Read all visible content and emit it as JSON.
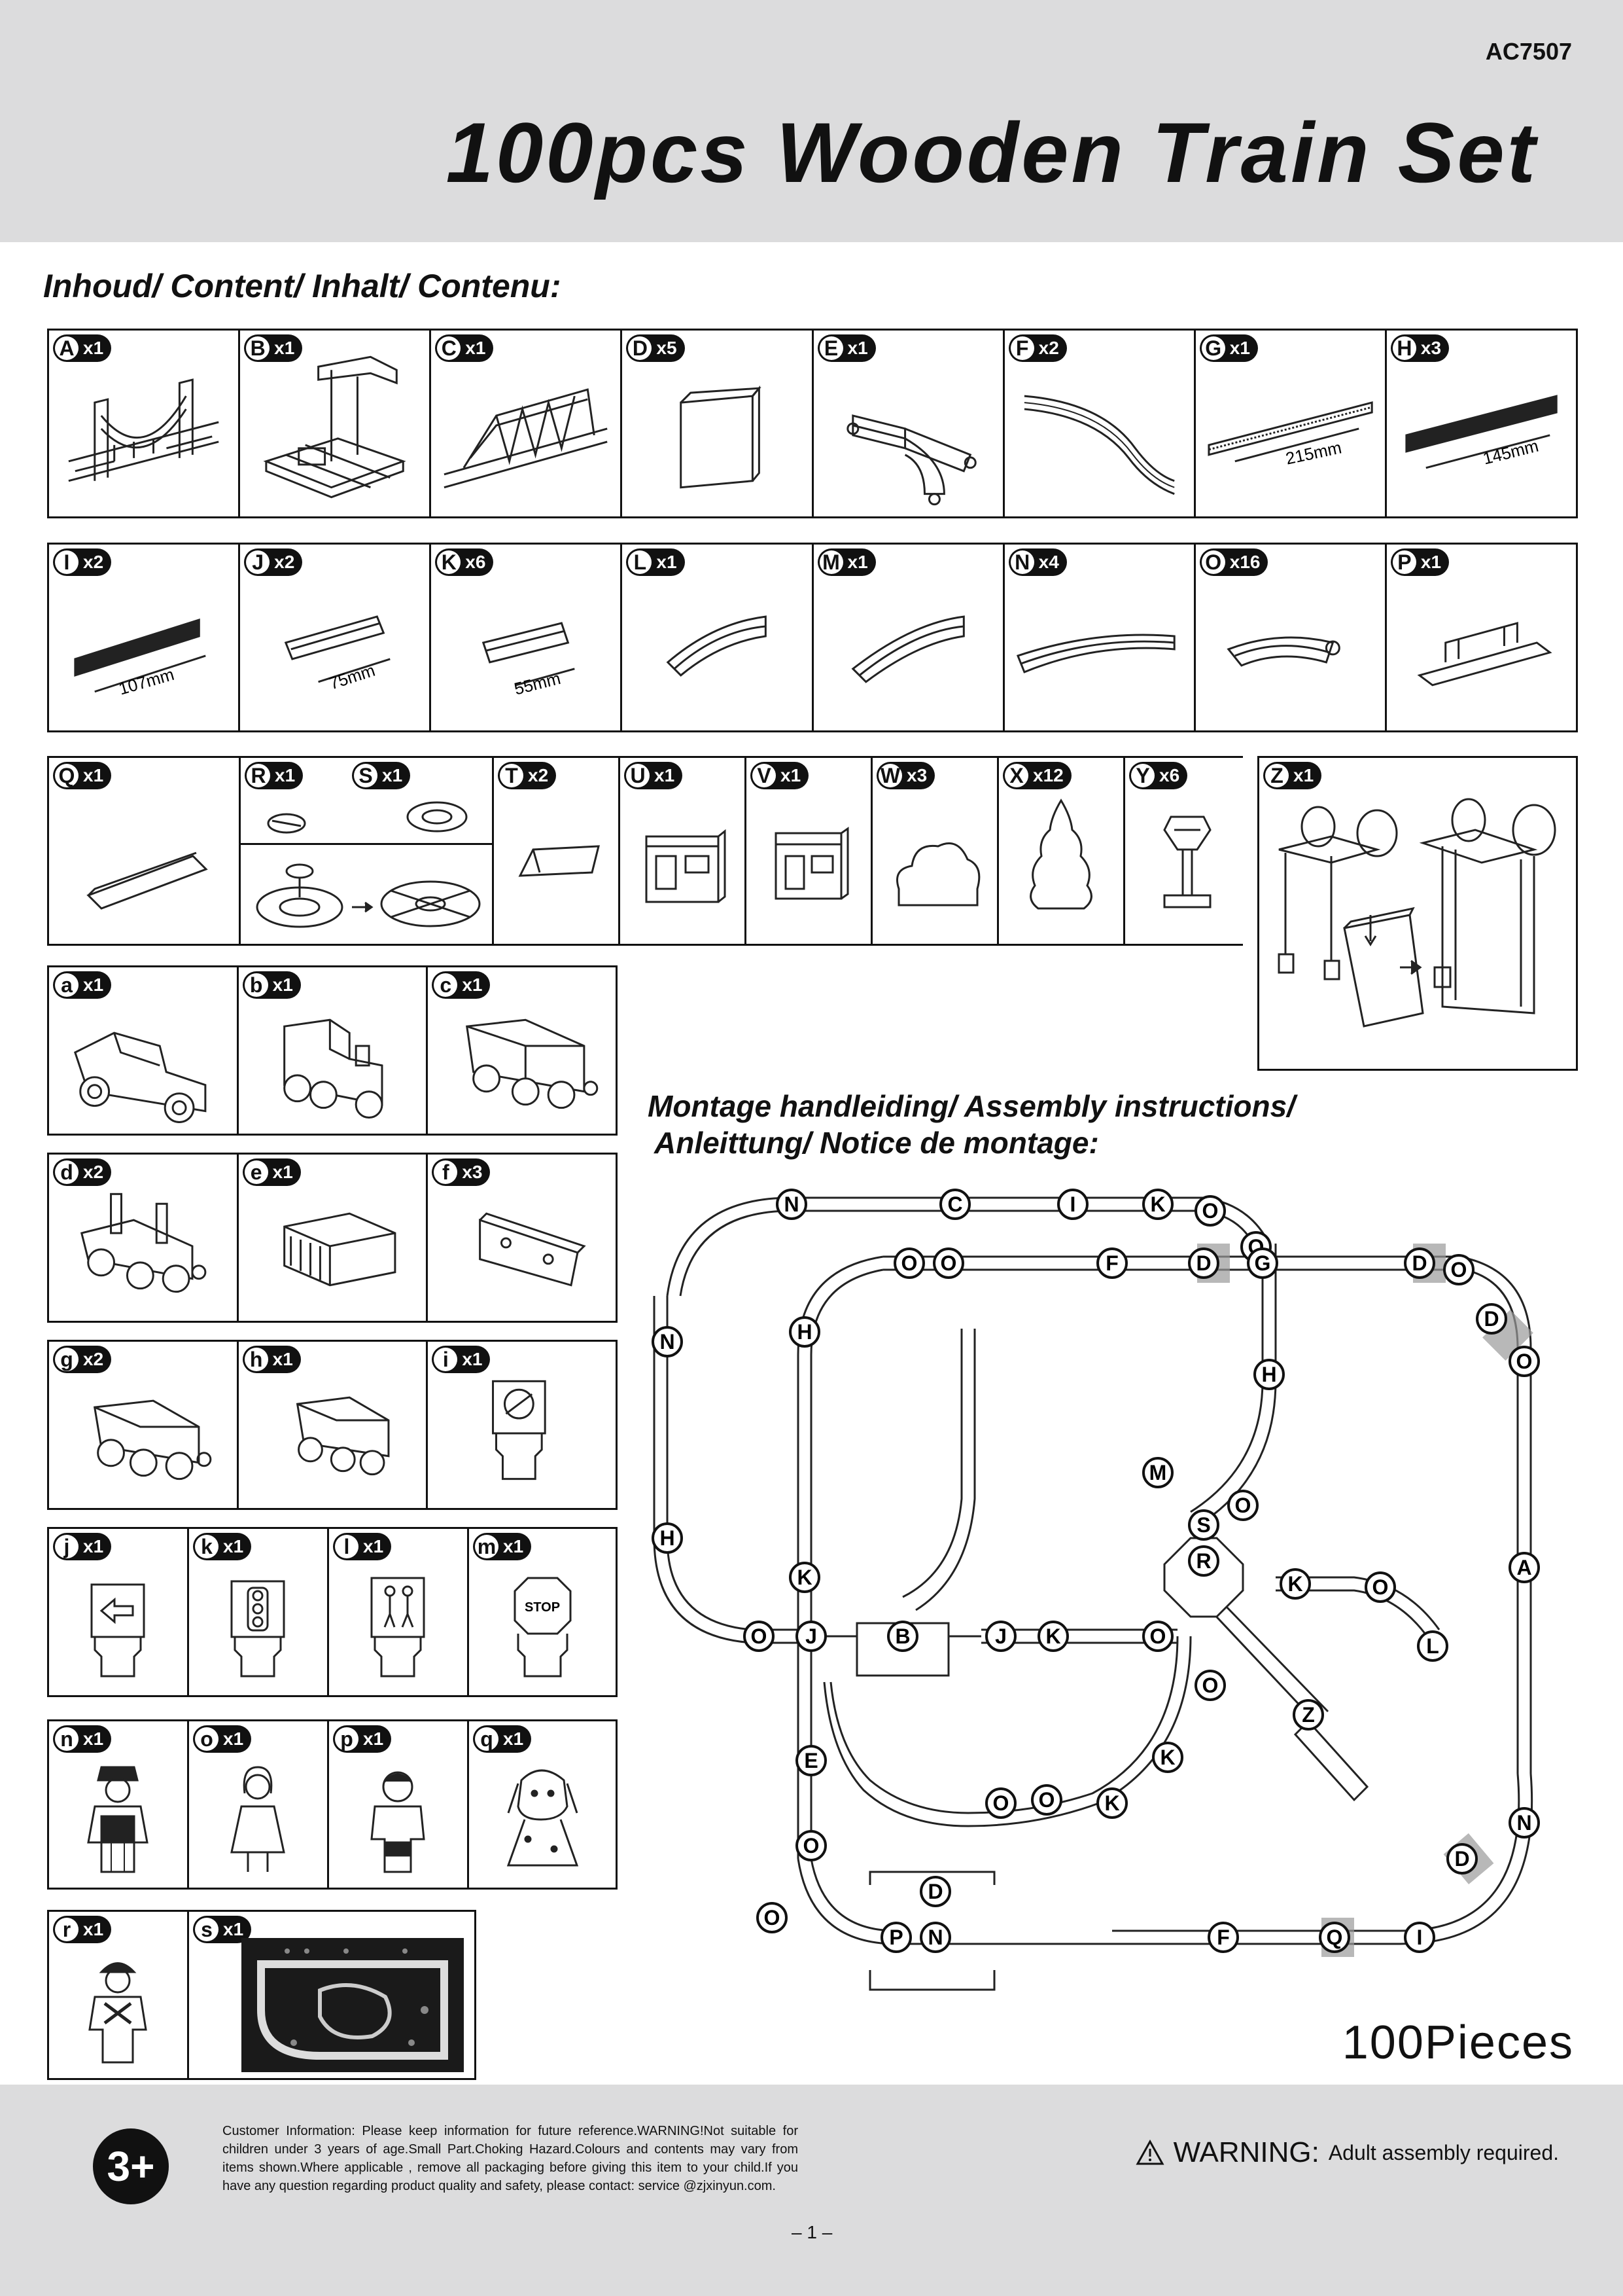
{
  "header": {
    "code": "AC7507",
    "title": "100pcs Wooden Train Set"
  },
  "content_heading": "Inhoud/ Content/ Inhalt/ Contenu:",
  "parts": {
    "A": {
      "letter": "A",
      "qty": "x1"
    },
    "B": {
      "letter": "B",
      "qty": "x1"
    },
    "C": {
      "letter": "C",
      "qty": "x1"
    },
    "D": {
      "letter": "D",
      "qty": "x5"
    },
    "E": {
      "letter": "E",
      "qty": "x1"
    },
    "F": {
      "letter": "F",
      "qty": "x2"
    },
    "G": {
      "letter": "G",
      "qty": "x1",
      "size": "215mm"
    },
    "H": {
      "letter": "H",
      "qty": "x3",
      "size": "145mm"
    },
    "I": {
      "letter": "I",
      "qty": "x2",
      "size": "107mm"
    },
    "J": {
      "letter": "J",
      "qty": "x2",
      "size": "75mm"
    },
    "K": {
      "letter": "K",
      "qty": "x6",
      "size": "55mm"
    },
    "L": {
      "letter": "L",
      "qty": "x1"
    },
    "M": {
      "letter": "M",
      "qty": "x1"
    },
    "N": {
      "letter": "N",
      "qty": "x4"
    },
    "O": {
      "letter": "O",
      "qty": "x16"
    },
    "P": {
      "letter": "P",
      "qty": "x1"
    },
    "Q": {
      "letter": "Q",
      "qty": "x1"
    },
    "R": {
      "letter": "R",
      "qty": "x1"
    },
    "S": {
      "letter": "S",
      "qty": "x1"
    },
    "T": {
      "letter": "T",
      "qty": "x2"
    },
    "U": {
      "letter": "U",
      "qty": "x1"
    },
    "V": {
      "letter": "V",
      "qty": "x1"
    },
    "W": {
      "letter": "W",
      "qty": "x3"
    },
    "X": {
      "letter": "X",
      "qty": "x12"
    },
    "Y": {
      "letter": "Y",
      "qty": "x6"
    },
    "Z": {
      "letter": "Z",
      "qty": "x1"
    },
    "a": {
      "letter": "a",
      "qty": "x1"
    },
    "b": {
      "letter": "b",
      "qty": "x1"
    },
    "c": {
      "letter": "c",
      "qty": "x1"
    },
    "d": {
      "letter": "d",
      "qty": "x2"
    },
    "e": {
      "letter": "e",
      "qty": "x1"
    },
    "f": {
      "letter": "f",
      "qty": "x3"
    },
    "g": {
      "letter": "g",
      "qty": "x2"
    },
    "h": {
      "letter": "h",
      "qty": "x1"
    },
    "i": {
      "letter": "i",
      "qty": "x1"
    },
    "j": {
      "letter": "j",
      "qty": "x1"
    },
    "k": {
      "letter": "k",
      "qty": "x1"
    },
    "l": {
      "letter": "l",
      "qty": "x1"
    },
    "m": {
      "letter": "m",
      "qty": "x1",
      "sign": "STOP"
    },
    "n": {
      "letter": "n",
      "qty": "x1"
    },
    "o": {
      "letter": "o",
      "qty": "x1"
    },
    "p": {
      "letter": "p",
      "qty": "x1"
    },
    "q": {
      "letter": "q",
      "qty": "x1"
    },
    "r": {
      "letter": "r",
      "qty": "x1"
    },
    "s": {
      "letter": "s",
      "qty": "x1"
    }
  },
  "assembly_heading": {
    "line1": "Montage handleiding/ Assembly instructions/",
    "line2": "Anleittung/ Notice de montage:"
  },
  "layout_labels": [
    "N",
    "C",
    "I",
    "K",
    "O",
    "O",
    "O",
    "F",
    "D",
    "G",
    "D",
    "O",
    "D",
    "O",
    "O",
    "H",
    "N",
    "H",
    "H",
    "O",
    "M",
    "S",
    "R",
    "K",
    "O",
    "L",
    "A",
    "K",
    "B",
    "J",
    "O",
    "J",
    "K",
    "O",
    "Z",
    "O",
    "E",
    "K",
    "O",
    "K",
    "O",
    "N",
    "D",
    "O",
    "O",
    "P",
    "I",
    "Q",
    "F",
    "D",
    "N"
  ],
  "pieces_total": "100Pieces",
  "footer": {
    "age": "3+",
    "info": "Customer Information: Please keep information for future reference.WARNING!Not suitable for children under 3 years of age.Small Part.Choking Hazard.Colours and contents may vary from items shown.Where applicable , remove all packaging before giving this item to your child.If you have any question regarding product quality and safety, please contact: service @zjxinyun.com.",
    "warning_word": "WARNING:",
    "warning_text": "Adult assembly required.",
    "page": "– 1 –"
  }
}
